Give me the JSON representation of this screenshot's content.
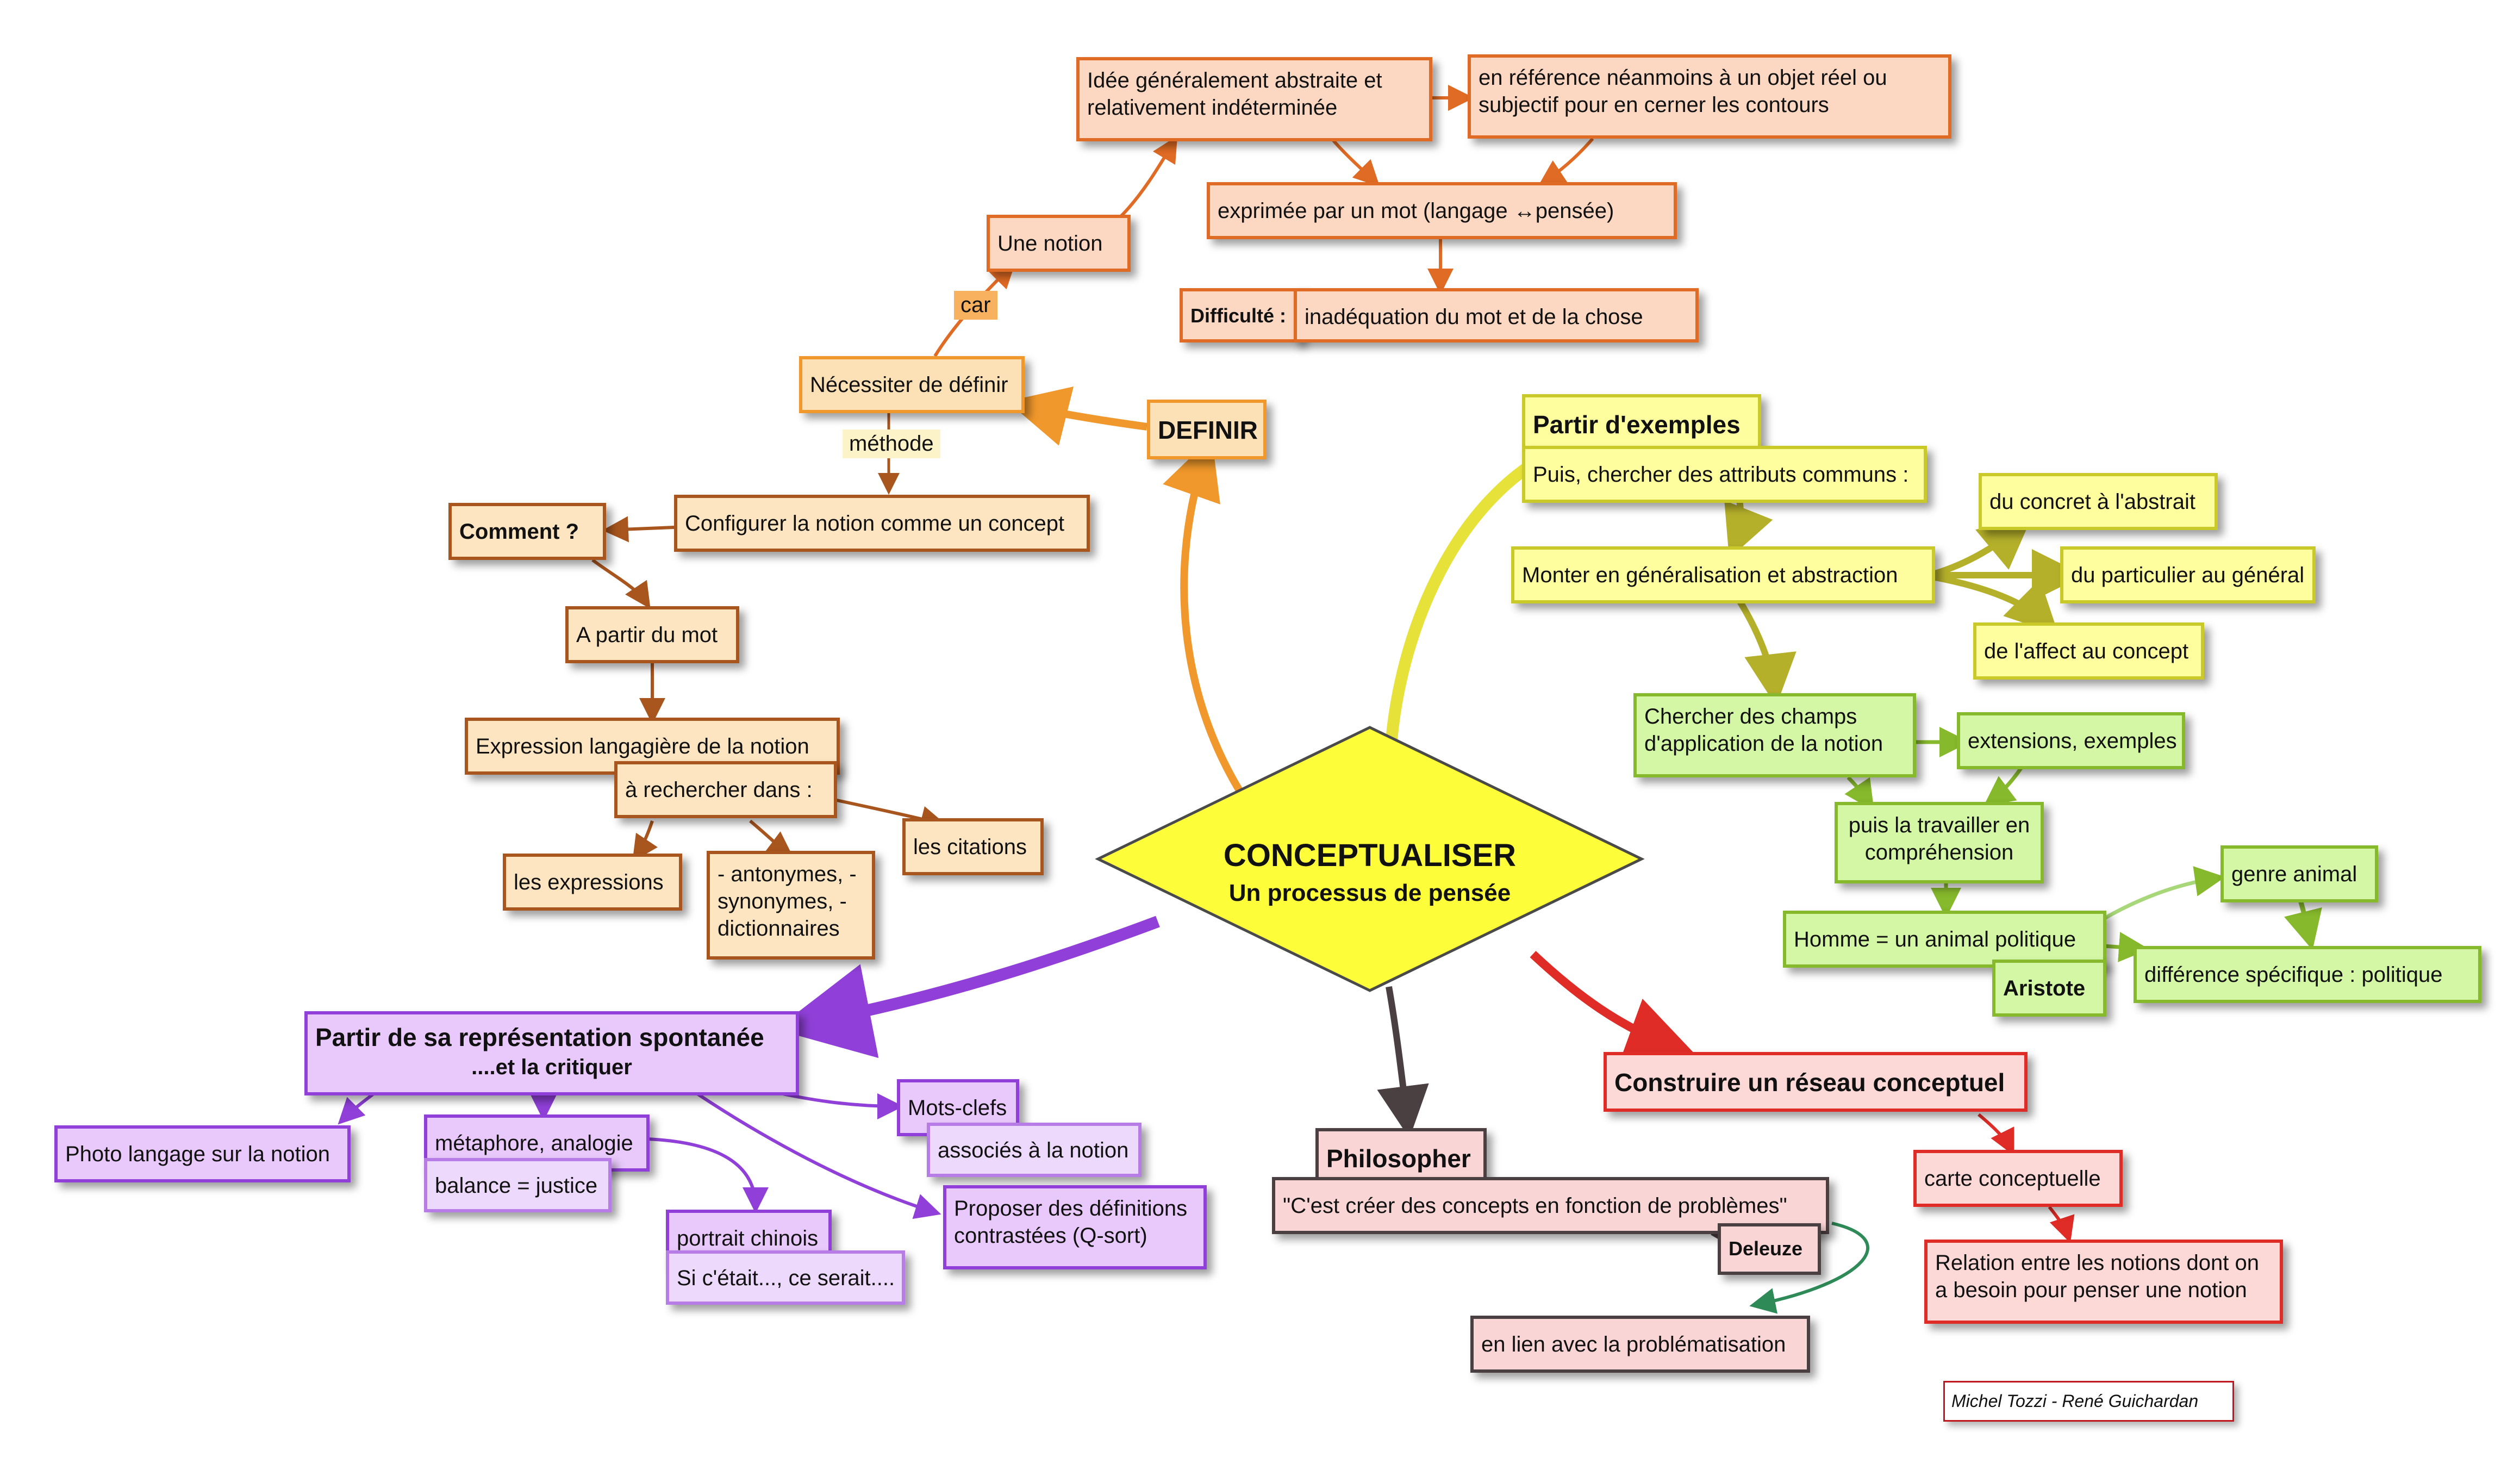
{
  "center": {
    "title": "CONCEPTUALISER",
    "subtitle": "Un processus de pensée"
  },
  "definir": {
    "branch": "DEFINIR",
    "necessiter": "Nécessiter de définir",
    "car": "car",
    "une_notion": "Une notion",
    "idee": "Idée généralement abstraite et relativement indéterminée",
    "reference": "en référence néanmoins à un objet réel ou subjectif pour en cerner les contours",
    "exprimee": "exprimée par un mot (langage ↔pensée)",
    "difficulte_label": "Difficulté :",
    "difficulte": "inadéquation du mot et de la chose",
    "methode": "méthode",
    "configurer": "Configurer la notion comme un concept",
    "comment": "Comment ?",
    "a_partir": "A partir du mot",
    "expression": "Expression langagière de la notion",
    "rechercher": "à rechercher dans :",
    "expressions": "les expressions",
    "antonymes": "- antonymes, - synonymes, - dictionnaires",
    "citations": "les citations"
  },
  "exemples": {
    "branch": "Partir d'exemples",
    "attributs": "Puis, chercher des attributs communs :",
    "monter": "Monter en généralisation et abstraction",
    "concret": "du concret à l'abstrait",
    "particulier": "du particulier au général",
    "affect": "de l'affect au concept",
    "champs": "Chercher des champs d'application de la notion",
    "extensions": "extensions, exemples",
    "comprehension": "puis la travailler en compréhension",
    "homme": "Homme = un animal politique",
    "aristote": "Aristote",
    "genre": "genre animal",
    "difference": "différence spécifique : politique"
  },
  "representation": {
    "branch": "Partir de sa représentation spontanée",
    "critiquer": "....et la critiquer",
    "photo": "Photo langage sur la notion",
    "metaphore": "métaphore, analogie",
    "balance": "balance = justice",
    "portrait": "portrait chinois",
    "sicetait": "Si c'était..., ce serait....",
    "motsclefs": "Mots-clefs",
    "associes": "associés à la notion",
    "proposer": "Proposer des définitions contrastées (Q-sort)"
  },
  "philosopher": {
    "branch": "Philosopher",
    "quote": "\"C'est créer des concepts en fonction de problèmes\"",
    "deleuze": "Deleuze",
    "lien": "en lien avec la problématisation"
  },
  "reseau": {
    "branch": "Construire un réseau conceptuel",
    "carte": "carte conceptuelle",
    "relation": "Relation entre les notions dont on a besoin pour penser une notion"
  },
  "credit": "Michel Tozzi - René Guichardan",
  "colors": {
    "definir": "#f0982b",
    "exemples": "#e6e23a",
    "exemples_green": "#86b92c",
    "representation": "#9040d8",
    "philosopher": "#4a3f41",
    "reseau": "#e02c26",
    "center_fill": "#fdfd3a",
    "deleuze_link": "#2e8b57"
  }
}
